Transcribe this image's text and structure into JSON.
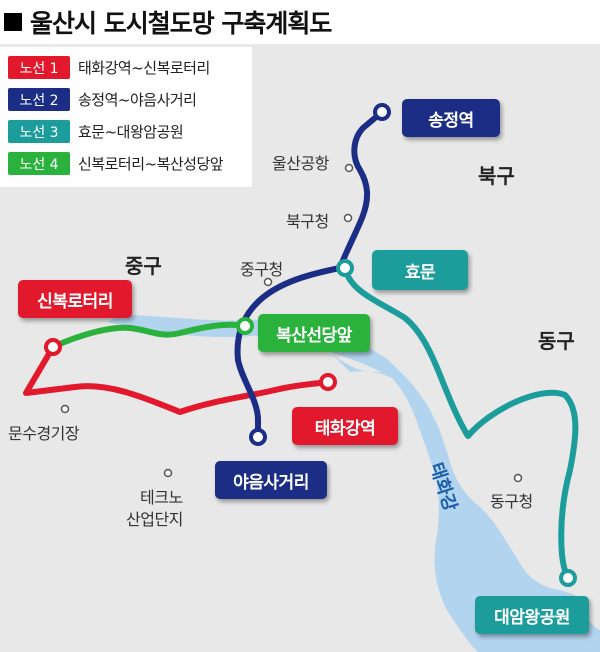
{
  "title": "울산시 도시철도망 구축계획도",
  "colors": {
    "line1": "#e2192c",
    "line2": "#1b2d84",
    "line3": "#1c9c9b",
    "line4": "#2ab23d",
    "river": "#b3d4ee",
    "land": "#e8e8e8"
  },
  "legend": [
    {
      "badge": "노선 1",
      "route": "태화강역~신복로터리",
      "color_key": "line1"
    },
    {
      "badge": "노선 2",
      "route": "송정역~야음사거리",
      "color_key": "line2"
    },
    {
      "badge": "노선 3",
      "route": "효문~대왕암공원",
      "color_key": "line3"
    },
    {
      "badge": "노선 4",
      "route": "신복로터리~복산성당앞",
      "color_key": "line4"
    }
  ],
  "stations": {
    "songjeong": "송정역",
    "hyomun": "효문",
    "boksan": "복산선당앞",
    "sinbok": "신복로터리",
    "taehwa": "태화강역",
    "yaeum": "야음사거리",
    "daewangam": "대암왕공원"
  },
  "landmarks": {
    "airport": "울산공항",
    "bukgu_office": "북구청",
    "junggu_office": "중구청",
    "munsu": "문수경기장",
    "techno": "테크노",
    "techno2": "산업단지",
    "donggu_office": "동구청"
  },
  "districts": {
    "bukgu": "북구",
    "junggu": "중구",
    "donggu": "동구"
  },
  "river_name": "태화강"
}
